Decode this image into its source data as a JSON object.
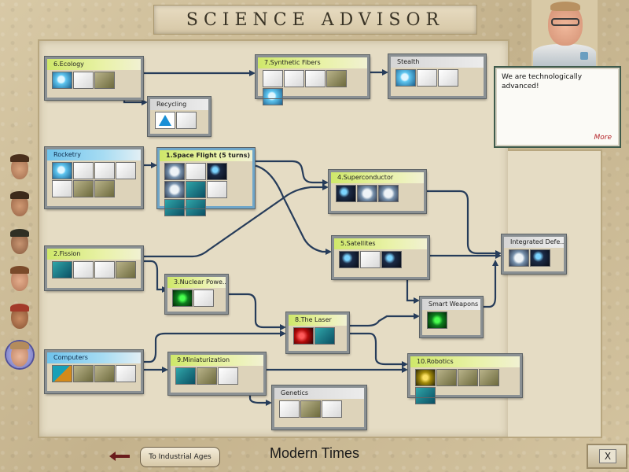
{
  "window": {
    "title": "SCIENCE ADVISOR"
  },
  "advisor": {
    "message": "We are technologically advanced!",
    "more_label": "More"
  },
  "advisors_sidebar": [
    {
      "name": "advisor-1",
      "active": false
    },
    {
      "name": "advisor-2",
      "active": false
    },
    {
      "name": "advisor-3",
      "active": false
    },
    {
      "name": "advisor-4",
      "active": false
    },
    {
      "name": "advisor-5",
      "active": false
    },
    {
      "name": "advisor-6",
      "active": true
    }
  ],
  "techs": {
    "ecology": {
      "label": "6.Ecology",
      "style": "green",
      "icons": [
        "ic-blue",
        "ic-white",
        "ic-olive"
      ]
    },
    "recycling": {
      "label": "Recycling",
      "style": "gray",
      "icons": [
        "ic-recycle",
        "ic-white"
      ]
    },
    "synthetic_fibers": {
      "label": "7.Synthetic Fibers",
      "style": "green",
      "icons": [
        "ic-white",
        "ic-white",
        "ic-white",
        "ic-olive",
        "ic-blue"
      ]
    },
    "stealth": {
      "label": "Stealth",
      "style": "gray",
      "icons": [
        "ic-blue",
        "ic-white",
        "ic-white"
      ]
    },
    "rocketry": {
      "label": "Rocketry",
      "style": "blue",
      "icons": [
        "ic-blue",
        "ic-white",
        "ic-white",
        "ic-white",
        "ic-white",
        "ic-olive",
        "ic-olive"
      ]
    },
    "space_flight": {
      "label": "1.Space Flight (5 turns)",
      "style": "green",
      "icons": [
        "ic-earth",
        "ic-white",
        "ic-dark",
        "ic-earth",
        "ic-teal",
        "ic-white",
        "ic-teal",
        "ic-teal"
      ]
    },
    "superconductor": {
      "label": "4.Superconductor",
      "style": "green",
      "icons": [
        "ic-dark",
        "ic-earth",
        "ic-earth"
      ]
    },
    "fission": {
      "label": "2.Fission",
      "style": "green",
      "icons": [
        "ic-teal",
        "ic-white",
        "ic-white",
        "ic-olive"
      ]
    },
    "satellites": {
      "label": "5.Satellites",
      "style": "green",
      "icons": [
        "ic-dark",
        "ic-white",
        "ic-dark"
      ]
    },
    "integrated_defense": {
      "label": "Integrated Defe...",
      "style": "gray",
      "icons": [
        "ic-earth",
        "ic-dark"
      ]
    },
    "nuclear_power": {
      "label": "3.Nuclear Powe...",
      "style": "green",
      "icons": [
        "ic-green",
        "ic-white"
      ]
    },
    "smart_weapons": {
      "label": "Smart Weapons",
      "style": "gray",
      "icons": [
        "ic-green"
      ]
    },
    "the_laser": {
      "label": "8.The Laser",
      "style": "green",
      "icons": [
        "ic-red",
        "ic-teal"
      ]
    },
    "computers": {
      "label": "Computers",
      "style": "blue",
      "icons": [
        "ic-diamond",
        "ic-olive",
        "ic-olive",
        "ic-white"
      ]
    },
    "miniaturization": {
      "label": "9.Miniaturization",
      "style": "green",
      "icons": [
        "ic-teal",
        "ic-olive",
        "ic-white"
      ]
    },
    "robotics": {
      "label": "10.Robotics",
      "style": "green",
      "icons": [
        "ic-gold",
        "ic-olive",
        "ic-olive",
        "ic-olive",
        "ic-teal"
      ]
    },
    "genetics": {
      "label": "Genetics",
      "style": "gray",
      "icons": [
        "ic-white",
        "ic-olive",
        "ic-white"
      ]
    }
  },
  "footer": {
    "prev_era_label": "To Industrial Ages",
    "era_title": "Modern Times",
    "close_label": "X"
  }
}
